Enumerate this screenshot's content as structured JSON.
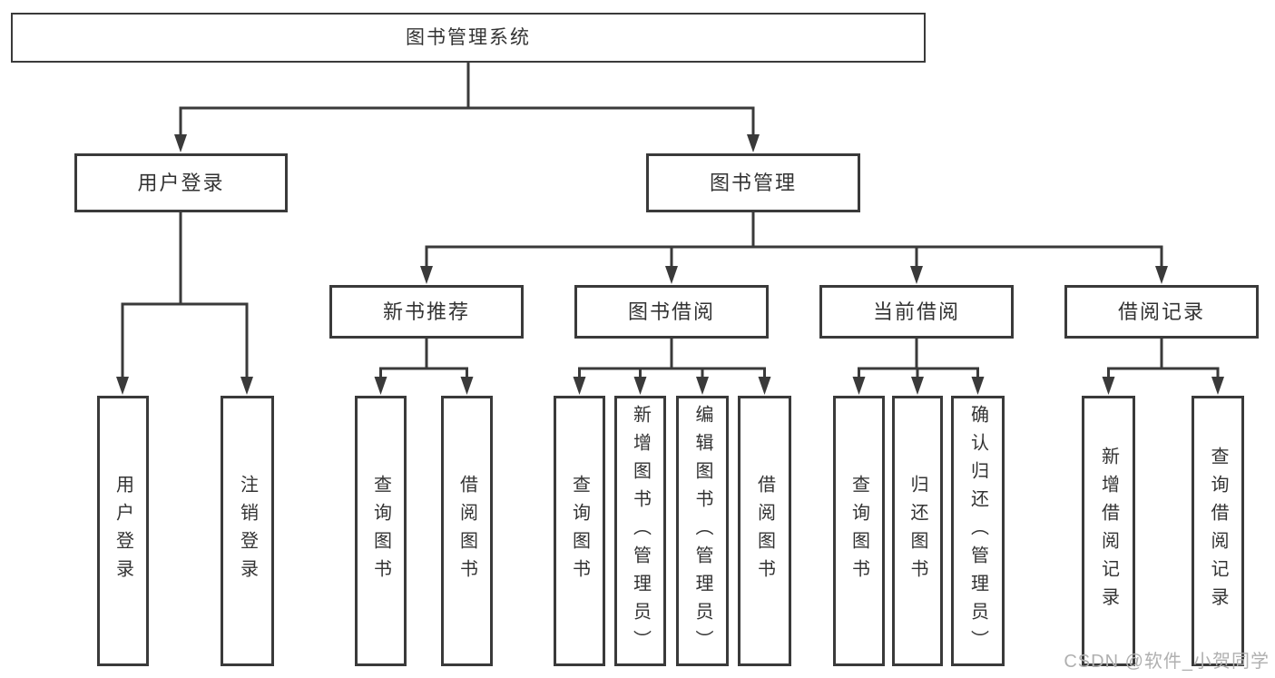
{
  "diagram": {
    "root_label": "图书管理系统",
    "user_branch": {
      "label": "用户登录",
      "children": [
        "用户登录",
        "注销登录"
      ]
    },
    "book_branch": {
      "label": "图书管理",
      "sections": [
        {
          "label": "新书推荐",
          "children": [
            "查询图书",
            "借阅图书"
          ]
        },
        {
          "label": "图书借阅",
          "children": [
            "查询图书",
            "新增图书（管理员）",
            "编辑图书（管理员）",
            "借阅图书"
          ]
        },
        {
          "label": "当前借阅",
          "children": [
            "查询图书",
            "归还图书",
            "确认归还（管理员）"
          ]
        },
        {
          "label": "借阅记录",
          "children": [
            "新增借阅记录",
            "查询借阅记录"
          ]
        }
      ]
    }
  },
  "watermark": "CSDN @软件_小贺同学",
  "colors": {
    "line": "#3a3a3a",
    "text": "#333333",
    "watermark": "#b0b0b0",
    "background": "#ffffff"
  }
}
